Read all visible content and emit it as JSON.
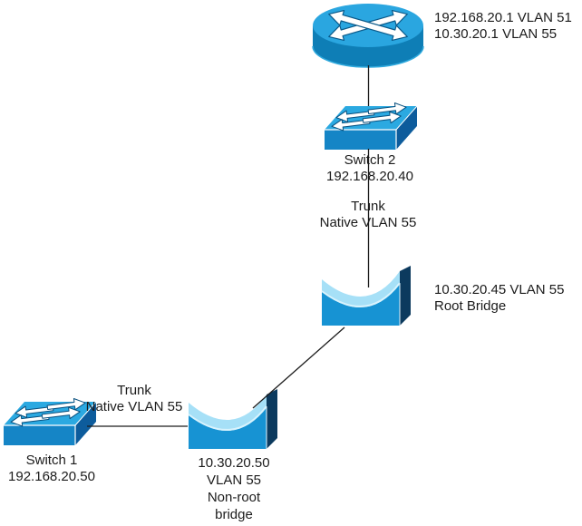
{
  "diagram_type": "network-topology-stp",
  "background": "#ffffff",
  "colors": {
    "device_top": "#2BA9E1",
    "router_body": "#0E7EB6",
    "switch_front": "#1585C6",
    "switch_side": "#0D5C9C",
    "bridge_front": "#1793D3",
    "bridge_scoop": "#A6E0F7",
    "bridge_side": "#0C3A5E",
    "arrow_fill": "#FFFFFF",
    "arrow_outline": "#0B5A8A",
    "line": "#1C1C1C",
    "text": "#1B1B1B"
  },
  "icons": {
    "router": "router-icon",
    "switch": "workgroup-switch-icon",
    "bridge": "wireless-bridge-icon"
  },
  "router": {
    "labels": [
      "192.168.20.1 VLAN 51",
      "10.30.20.1 VLAN 55"
    ]
  },
  "switch2": {
    "labels": [
      "Switch 2",
      "192.168.20.40"
    ]
  },
  "trunk_top": {
    "labels": [
      "Trunk",
      "Native VLAN 55"
    ]
  },
  "root_bridge": {
    "labels": [
      "10.30.20.45 VLAN 55",
      "Root Bridge"
    ]
  },
  "trunk_bottom": {
    "labels": [
      "Trunk",
      "Native VLAN 55"
    ]
  },
  "switch1": {
    "labels": [
      "Switch 1",
      "192.168.20.50"
    ]
  },
  "nonroot_bridge": {
    "labels": [
      "10.30.20.50",
      "VLAN 55",
      "Non-root",
      "bridge"
    ]
  }
}
